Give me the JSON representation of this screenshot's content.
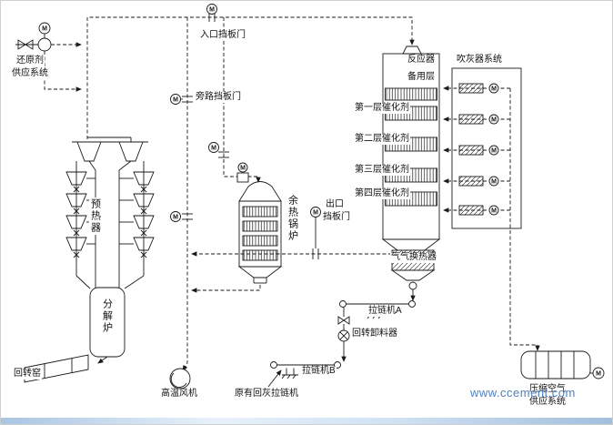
{
  "watermark": "www.ccement.com",
  "motor": "M",
  "colors": {
    "line": "#1a1a1a",
    "watermark": "#4f81bd",
    "bottom_bar": "#a9c5e3"
  },
  "labels": {
    "reducing_agent_line1": "还原剂",
    "reducing_agent_line2": "供应系统",
    "inlet_damper": "入口挡板门",
    "bypass_damper": "旁路挡板门",
    "preheater": "预热器",
    "calciner": "分解炉",
    "rotary_kiln": "回转窑",
    "ht_fan": "高温风机",
    "waste_heat_boiler": "余热锅炉",
    "outlet_damper_line1": "出口",
    "outlet_damper_line2": "挡板门",
    "reactor": "反应器",
    "spare_layer": "备用层",
    "catalyst_layer1": "第一层催化剂",
    "catalyst_layer2": "第二层催化剂",
    "catalyst_layer3": "第三层催化剂",
    "catalyst_layer4": "第四层催化剂",
    "sootblower_system": "吹灰器系统",
    "gas_gas_heat_exchanger": "气气换热器",
    "chain_conveyor_a": "拉链机A",
    "rotary_discharger": "回转卸料器",
    "chain_conveyor_b": "拉链机B",
    "original_ash_conveyor": "原有回灰拉链机",
    "compressed_air_line1": "压缩空气",
    "compressed_air_line2": "供应系统"
  }
}
